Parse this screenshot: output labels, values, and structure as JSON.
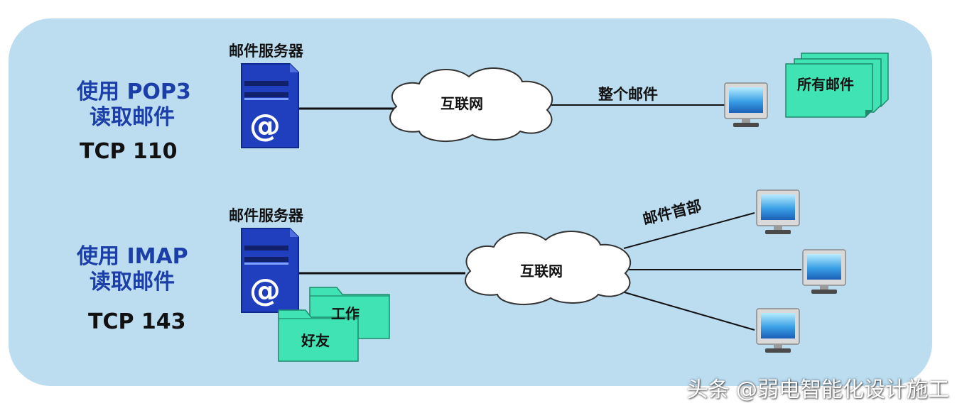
{
  "pop3": {
    "title_line1": "使用 POP3",
    "title_line2": "读取邮件",
    "port": "TCP 110",
    "server_label": "邮件服务器",
    "cloud_label": "互联网",
    "link_label": "整个邮件",
    "doc_label": "所有邮件"
  },
  "imap": {
    "title_line1": "使用 IMAP",
    "title_line2": "读取邮件",
    "port": "TCP 143",
    "server_label": "邮件服务器",
    "cloud_label": "互联网",
    "link_label": "邮件首部",
    "folders": [
      "工作",
      "好友"
    ]
  },
  "server_symbol": "@",
  "watermark": "头条 @弱电智能化设计施工",
  "colors": {
    "panel_bg": "#bcdcf0",
    "server_blue": "#1f3fbf",
    "accent_green": "#3fe3b4",
    "title_blue": "#1b3ea8"
  }
}
